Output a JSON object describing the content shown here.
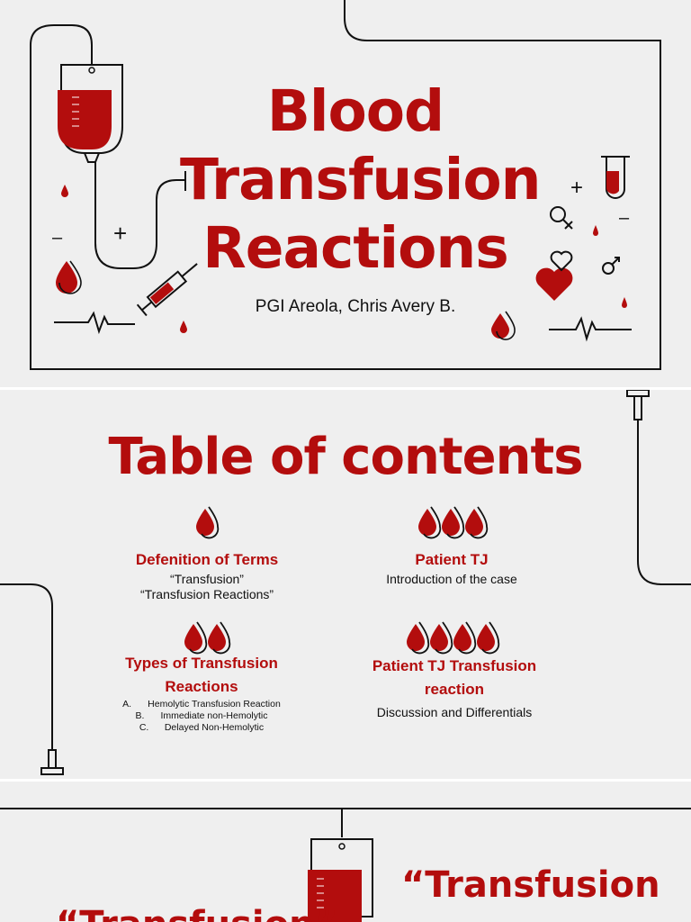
{
  "slide1": {
    "title_line1": "Blood",
    "title_line2": "Transfusion",
    "title_line3": "Reactions",
    "author": "PGI Areola, Chris Avery B.",
    "plus_sign": "+",
    "minus_sign": "–"
  },
  "slide2": {
    "title": "Table of contents",
    "sections": [
      {
        "heading": "Defenition of Terms",
        "lines": [
          "“Transfusion”",
          "“Transfusion Reactions”"
        ],
        "drops": 1
      },
      {
        "heading": "Patient TJ",
        "lines": [
          "Introduction of the case"
        ],
        "drops": 3
      },
      {
        "heading_line1": "Types of Transfusion",
        "heading_line2": "Reactions",
        "items": [
          {
            "letter": "A.",
            "text": "Hemolytic Transfusion Reaction"
          },
          {
            "letter": "B.",
            "text": "Immediate non-Hemolytic"
          },
          {
            "letter": "C.",
            "text": "Delayed Non-Hemolytic"
          }
        ],
        "drops": 2
      },
      {
        "heading_line1": "Patient TJ Transfusion",
        "heading_line2": "reaction",
        "lines": [
          "Discussion and Differentials"
        ],
        "drops": 4
      }
    ]
  },
  "slide3": {
    "title": "“Transfusion",
    "title_partial": "“Transfusion”"
  },
  "colors": {
    "accent": "#b30d0d",
    "background": "#efefef",
    "line": "#111111"
  }
}
